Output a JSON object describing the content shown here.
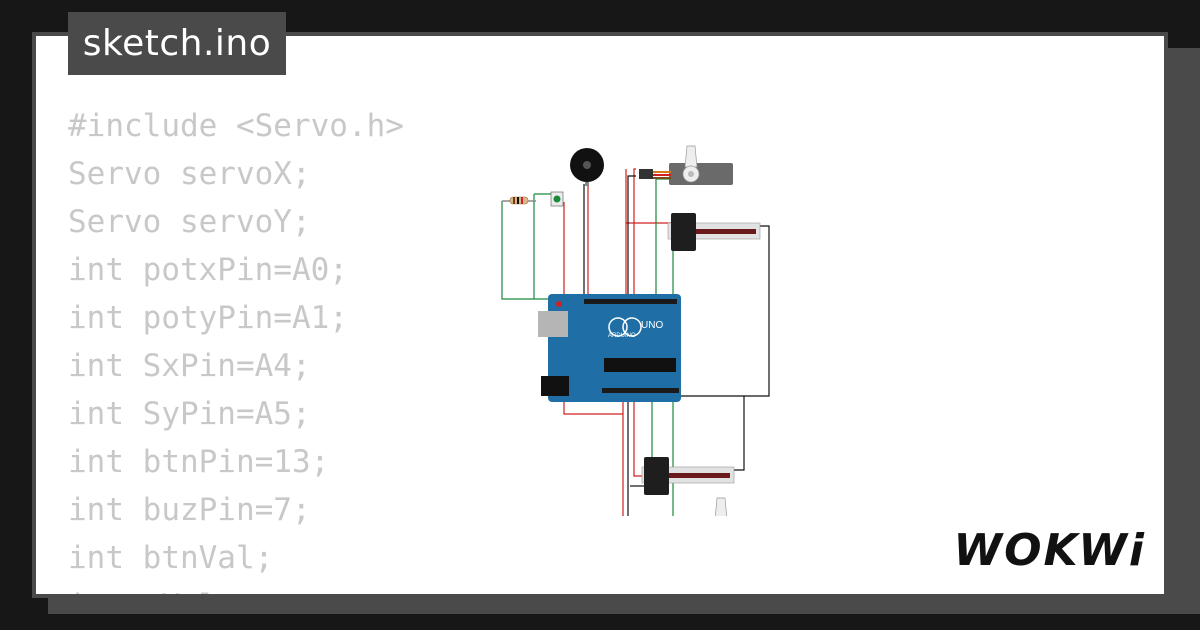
{
  "tab": {
    "filename": "sketch.ino"
  },
  "code_lines": [
    "#include <Servo.h>",
    "Servo servoX;",
    "Servo servoY;",
    "int potxPin=A0;",
    "int potyPin=A1;",
    "int SxPin=A4;",
    "int SyPin=A5;",
    "int btnPin=13;",
    "int buzPin=7;",
    "int btnVal;",
    "int xVal;"
  ],
  "diagram": {
    "board_label": "UNO",
    "board_brand": "ARDUINO",
    "components": [
      "arduino-uno",
      "servo-x",
      "servo-y",
      "slide-potentiometer-x",
      "slide-potentiometer-y",
      "buzzer",
      "pushbutton",
      "resistor"
    ]
  },
  "brand": {
    "logo_text": "WOKWi"
  },
  "colors": {
    "background": "#171717",
    "card_border": "#4a4a4a",
    "code_text": "#c8c8c8",
    "arduino_board": "#1f6fa6",
    "wire_red": "#d02020",
    "wire_green": "#1a8a3a",
    "wire_black": "#111111"
  }
}
